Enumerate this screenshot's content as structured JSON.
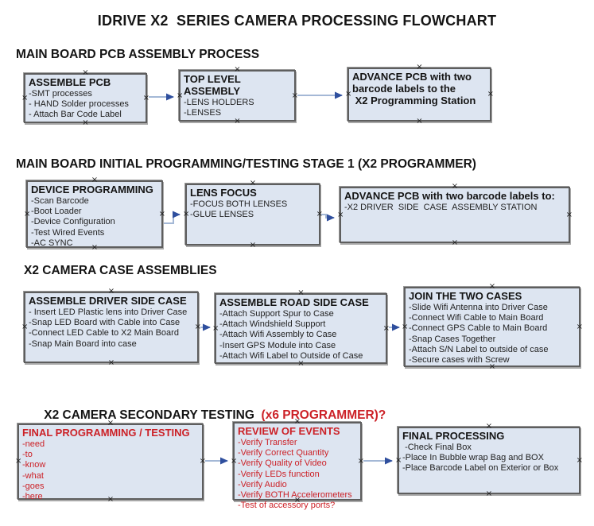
{
  "title": "IDRIVE X2  SERIES CAMERA PROCESSING FLOWCHART",
  "colors": {
    "box-fill": "#dde5f1",
    "box-border": "#5e5e5e",
    "box-shadow": "#a8a8a8",
    "red": "#cc2127",
    "arrow-line": "#a4b8d6",
    "arrow-head": "#2f4f9e",
    "text": "#111111"
  },
  "ui": {
    "connector_handle_glyph": "×"
  },
  "sections": [
    {
      "header": "MAIN BOARD PCB ASSEMBLY PROCESS",
      "boxes": [
        {
          "title": "ASSEMBLE PCB",
          "items": [
            "-SMT processes",
            "- HAND Solder processes",
            "- Attach Bar Code Label"
          ]
        },
        {
          "title": "TOP LEVEL ASSEMBLY",
          "items": [
            "-LENS HOLDERS",
            "-LENSES"
          ]
        },
        {
          "title": "ADVANCE PCB with two\nbarcode labels to the\n X2 Programming Station",
          "items": []
        }
      ]
    },
    {
      "header": "MAIN BOARD INITIAL PROGRAMMING/TESTING STAGE 1 (X2 PROGRAMMER)",
      "boxes": [
        {
          "title": "DEVICE PROGRAMMING",
          "items": [
            "-Scan Barcode",
            "-Boot Loader",
            "-Device Configuration",
            "-Test Wired Events",
            "-AC SYNC"
          ]
        },
        {
          "title": "LENS FOCUS",
          "items": [
            "-FOCUS BOTH LENSES",
            "-GLUE LENSES"
          ]
        },
        {
          "title": "ADVANCE PCB with two barcode labels to:",
          "items": [
            "-X2 DRIVER  SIDE  CASE  ASSEMBLY STATION"
          ]
        }
      ]
    },
    {
      "header": "X2 CAMERA CASE ASSEMBLIES",
      "boxes": [
        {
          "title": "ASSEMBLE DRIVER SIDE CASE",
          "items": [
            "- Insert LED Plastic lens into Driver Case",
            "-Snap LED Board with Cable into Case",
            "-Connect LED Cable to X2 Main Board",
            "-Snap Main Board into case"
          ]
        },
        {
          "title": "ASSEMBLE ROAD SIDE CASE",
          "items": [
            "-Attach Support Spur to Case",
            "-Attach Windshield Support",
            "-Attach Wifi Assembly to Case",
            "-Insert GPS Module into Case",
            "-Attach Wifi Label to Outside of Case"
          ]
        },
        {
          "title": "JOIN THE TWO CASES",
          "items": [
            "-Slide Wifi Antenna into Driver Case",
            "-Connect Wifi Cable to Main Board",
            "-Connect GPS Cable to Main Board",
            "-Snap Cases Together",
            "-Attach S/N Label to outside of case",
            "-Secure cases with Screw"
          ]
        }
      ]
    },
    {
      "header": "X2 CAMERA SECONDARY TESTING ",
      "header_suffix": " (x6 PROGRAMMER)?",
      "boxes": [
        {
          "title": "FINAL PROGRAMMING / TESTING",
          "items": [
            "-need",
            "-to",
            "-know",
            "-what",
            "-goes",
            "-here"
          ]
        },
        {
          "title": "REVIEW OF EVENTS",
          "items": [
            "-Verify Transfer",
            "-Verify Correct Quantity",
            "-Verify Quality of Video",
            "-Verify LEDs function",
            "-Verify Audio",
            "-Verify BOTH Accelerometers",
            "-Test of accessory ports?"
          ]
        },
        {
          "title": "FINAL PROCESSING",
          "items": [
            " -Check Final Box",
            "-Place In Bubble wrap Bag and BOX",
            "-Place Barcode Label on Exterior or Box"
          ]
        }
      ]
    }
  ]
}
